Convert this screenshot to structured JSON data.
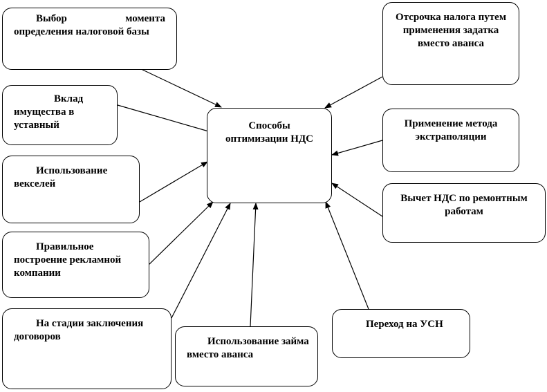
{
  "center": {
    "text": "Способы оптимизации НДС"
  },
  "nodes": {
    "choice_moment": "Выбор момента определения налоговой базы",
    "contribution": "Вклад имущества в уставный",
    "bills": "Использование векселей",
    "advertising": "Правильное построение рекламной компании",
    "contracts": "На стадии заключения договоров",
    "loan": "Использование займа вместо аванса",
    "usn": "Переход на УСН",
    "deferral": "Отсрочка налога путем применения задатка вместо аванса",
    "extrapolation": "Применение метода экстраполяции",
    "repair": "Вычет НДС по ремонтным работам"
  }
}
